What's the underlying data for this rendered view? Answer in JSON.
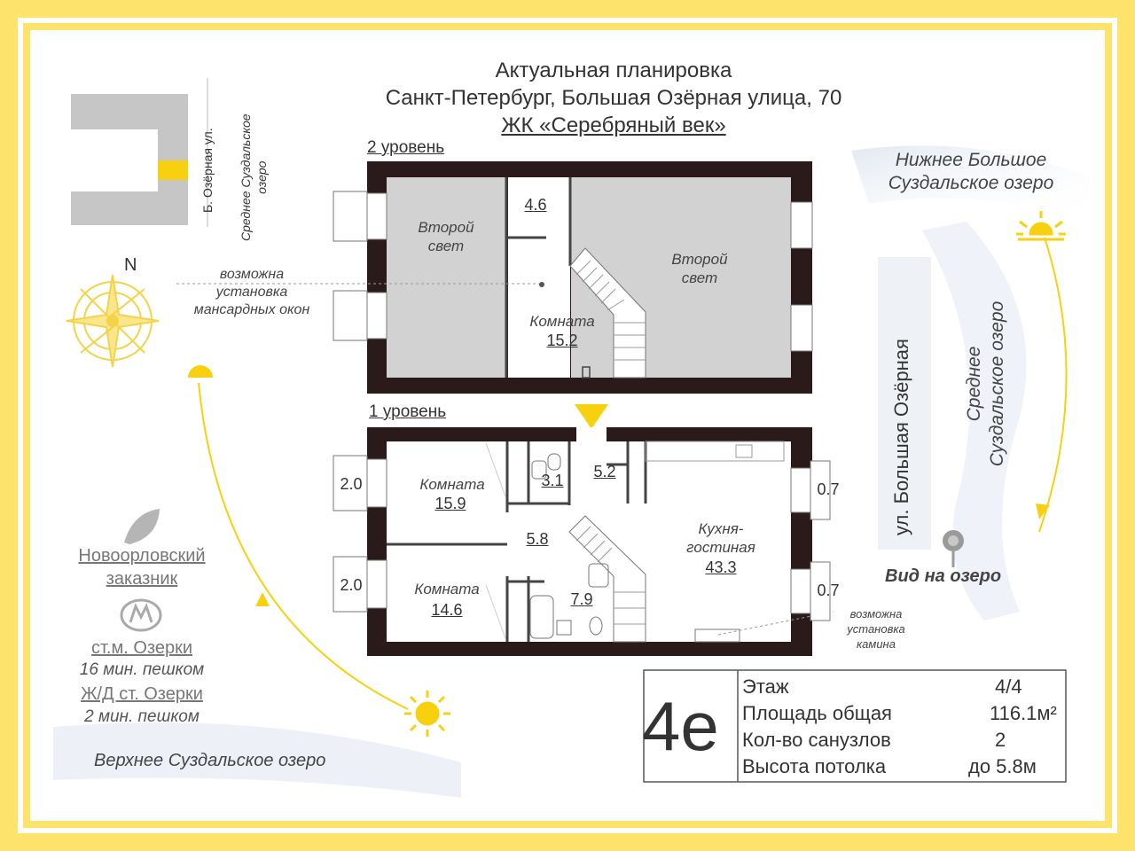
{
  "header": {
    "line1": "Актуальная планировка",
    "line2": "Санкт-Петербург, Большая Озёрная улица, 70",
    "line3": "ЖК «Серебряный век»"
  },
  "levels": {
    "level2": "2 уровень",
    "level1": "1 уровень"
  },
  "rooms_level2": {
    "second_light_left": "Второй\nсвет",
    "storage_area": "4.6",
    "room_name": "Комната",
    "room_area": "15.2",
    "second_light_right": "Второй\nсвет"
  },
  "rooms_level1": {
    "balcony_top": "2.0",
    "balcony_bottom": "2.0",
    "room1_name": "Комната",
    "room1_area": "15.9",
    "room2_name": "Комната",
    "room2_area": "14.6",
    "bath_small": "3.1",
    "hall_area": "5.2",
    "corridor_area": "5.8",
    "bath_big": "7.9",
    "kitchen_name": "Кухня-\nгостиная",
    "kitchen_area": "43.3",
    "loggia_top": "0.7",
    "loggia_bottom": "0.7"
  },
  "notes": {
    "skylight": "возможна\nустановка\nмансардных окон",
    "fireplace": "возможна\nустановка\nкамина"
  },
  "map": {
    "street_small": "Б. Озёрная ул.",
    "lake_middle_small": "Среднее Суздальское\nозеро",
    "compass_n": "N",
    "street_big": "ул. Большая Озёрная"
  },
  "lakes": {
    "lower": "Нижнее Большое\nСуздальское озеро",
    "middle": "Среднее\nСуздальское озеро",
    "upper": "Верхнее Суздальское озеро"
  },
  "view": "Вид на озеро",
  "poi": {
    "reserve": "Новоорловский\nзаказник",
    "metro": "ст.м. Озерки",
    "metro_time": "16 мин. пешком",
    "rail": "Ж/Д ст. Озерки",
    "rail_time": "2 мин. пешком"
  },
  "info": {
    "type": "4е",
    "rows": [
      {
        "label": "Этаж",
        "value": "4/4"
      },
      {
        "label": "Площадь общая",
        "value": "116.1м²"
      },
      {
        "label": "Кол-во санузлов",
        "value": "2"
      },
      {
        "label": "Высота потолка",
        "value": "до 5.8м"
      }
    ]
  },
  "colors": {
    "frame": "#fde36b",
    "wall": "#2b1a1a",
    "grey_fill": "#d2d2d2",
    "accent": "#f7d10f"
  }
}
